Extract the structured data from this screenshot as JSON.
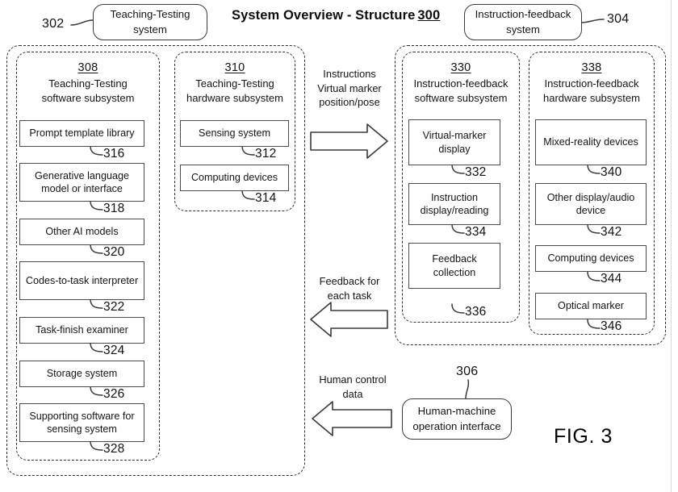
{
  "figure": {
    "title_text": "System Overview - Structure",
    "title_number": "300",
    "caption": "FIG. 3"
  },
  "capsules": {
    "teaching_testing_system": {
      "line1": "Teaching-Testing",
      "line2": "system",
      "ref": "302"
    },
    "instruction_feedback_system": {
      "line1": "Instruction-feedback",
      "line2": "system",
      "ref": "304"
    },
    "human_machine_interface": {
      "line1": "Human-machine",
      "line2": "operation interface",
      "ref": "306"
    }
  },
  "subsystems": [
    {
      "id": "teaching-testing-software",
      "number": "308",
      "title_line1": "Teaching-Testing",
      "title_line2": "software subsystem",
      "components": [
        {
          "label": "Prompt template library",
          "ref": "316"
        },
        {
          "label": "Generative language model or interface",
          "ref": "318"
        },
        {
          "label": "Other AI models",
          "ref": "320"
        },
        {
          "label": "Codes-to-task interpreter",
          "ref": "322"
        },
        {
          "label": "Task-finish examiner",
          "ref": "324"
        },
        {
          "label": "Storage system",
          "ref": "326"
        },
        {
          "label": "Supporting software for sensing system",
          "ref": "328"
        }
      ]
    },
    {
      "id": "teaching-testing-hardware",
      "number": "310",
      "title_line1": "Teaching-Testing",
      "title_line2": "hardware subsystem",
      "components": [
        {
          "label": "Sensing system",
          "ref": "312"
        },
        {
          "label": "Computing devices",
          "ref": "314"
        }
      ]
    },
    {
      "id": "instruction-feedback-software",
      "number": "330",
      "title_line1": "Instruction-feedback",
      "title_line2": "software subsystem",
      "components": [
        {
          "label": "Virtual-marker display",
          "ref": "332"
        },
        {
          "label": "Instruction display/reading",
          "ref": "334"
        },
        {
          "label": "Feedback collection",
          "ref": "336"
        }
      ]
    },
    {
      "id": "instruction-feedback-hardware",
      "number": "338",
      "title_line1": "Instruction-feedback",
      "title_line2": "hardware subsystem",
      "components": [
        {
          "label": "Mixed-reality devices",
          "ref": "340"
        },
        {
          "label": "Other display/audio device",
          "ref": "342"
        },
        {
          "label": "Computing devices",
          "ref": "344"
        },
        {
          "label": "Optical marker",
          "ref": "346"
        }
      ]
    }
  ],
  "flows": [
    {
      "id": "instructions",
      "direction": "right",
      "line1": "Instructions",
      "line2": "Virtual marker",
      "line3": "position/pose"
    },
    {
      "id": "feedback",
      "direction": "left",
      "line1": "Feedback for",
      "line2": "each task",
      "line3": ""
    },
    {
      "id": "human-control",
      "direction": "left",
      "line1": "Human control",
      "line2": "data",
      "line3": ""
    }
  ],
  "colors": {
    "ink": "#141414",
    "box_border": "#4a4a4a",
    "dashed_border": "#2c2c2c",
    "background": "#ffffff"
  }
}
